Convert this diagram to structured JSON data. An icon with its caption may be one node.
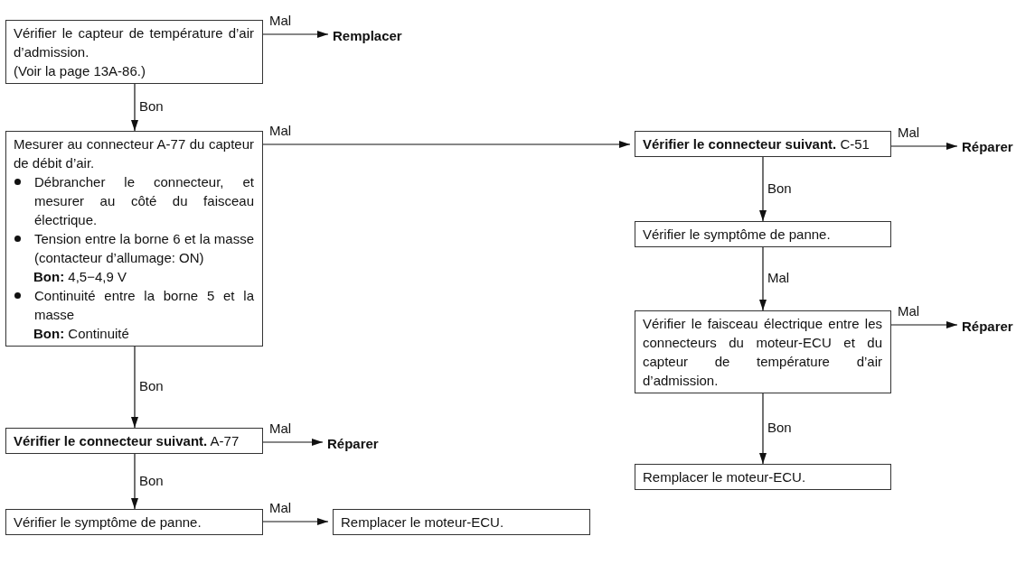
{
  "diagram": {
    "nodes": [
      {
        "text": [
          "Vérifier le capteur de température d’air d’admission.",
          "(Voir la page 13A-86.)"
        ]
      },
      {
        "text": [
          "Remplacer"
        ]
      },
      {
        "text": [
          "Mesurer au connecteur A-77 du capteur de débit d’air.",
          "Débrancher le connecteur, et mesurer au côté du faisceau électrique.",
          "Tension entre la borne 6 et la masse (contacteur d’allumage: ON)",
          "**Bon:** 4,5−4,9 V",
          "Continuité entre la borne 5 et la masse",
          "**Bon:** Continuité"
        ]
      },
      {
        "text": [
          "**Vérifier le connecteur suivant.** A-77"
        ]
      },
      {
        "text": [
          "Réparer"
        ]
      },
      {
        "text": [
          "Vérifier le symptôme de panne."
        ]
      },
      {
        "text": [
          "Remplacer le moteur-ECU."
        ]
      },
      {
        "text": [
          "**Vérifier le connecteur suivant.** C-51"
        ]
      },
      {
        "text": [
          "Réparer"
        ]
      },
      {
        "text": [
          "Vérifier le symptôme de panne."
        ]
      },
      {
        "text": [
          "Vérifier le faisceau électrique entre les connecteurs du moteur-ECU et du capteur de température d’air d’admission."
        ]
      },
      {
        "text": [
          "Réparer"
        ]
      },
      {
        "text": [
          "Remplacer le moteur-ECU."
        ]
      }
    ],
    "edges": [
      {
        "from": 0,
        "to": 1,
        "arrow": "to",
        "label": "Mal"
      },
      {
        "from": 0,
        "to": 2,
        "arrow": "to",
        "label": "Bon"
      },
      {
        "from": 2,
        "to": 7,
        "arrow": "to",
        "label": "Mal"
      },
      {
        "from": 2,
        "to": 3,
        "arrow": "to",
        "label": "Bon"
      },
      {
        "from": 3,
        "to": 4,
        "arrow": "to",
        "label": "Mal"
      },
      {
        "from": 3,
        "to": 5,
        "arrow": "to",
        "label": "Bon"
      },
      {
        "from": 5,
        "to": 6,
        "arrow": "to",
        "label": "Mal"
      },
      {
        "from": 7,
        "to": 8,
        "arrow": "to",
        "label": "Mal"
      },
      {
        "from": 7,
        "to": 9,
        "arrow": "to",
        "label": "Bon"
      },
      {
        "from": 9,
        "to": 10,
        "arrow": "to",
        "label": "Mal"
      },
      {
        "from": 10,
        "to": 11,
        "arrow": "to",
        "label": "Mal"
      },
      {
        "from": 10,
        "to": 12,
        "arrow": "to",
        "label": "Bon"
      }
    ]
  }
}
